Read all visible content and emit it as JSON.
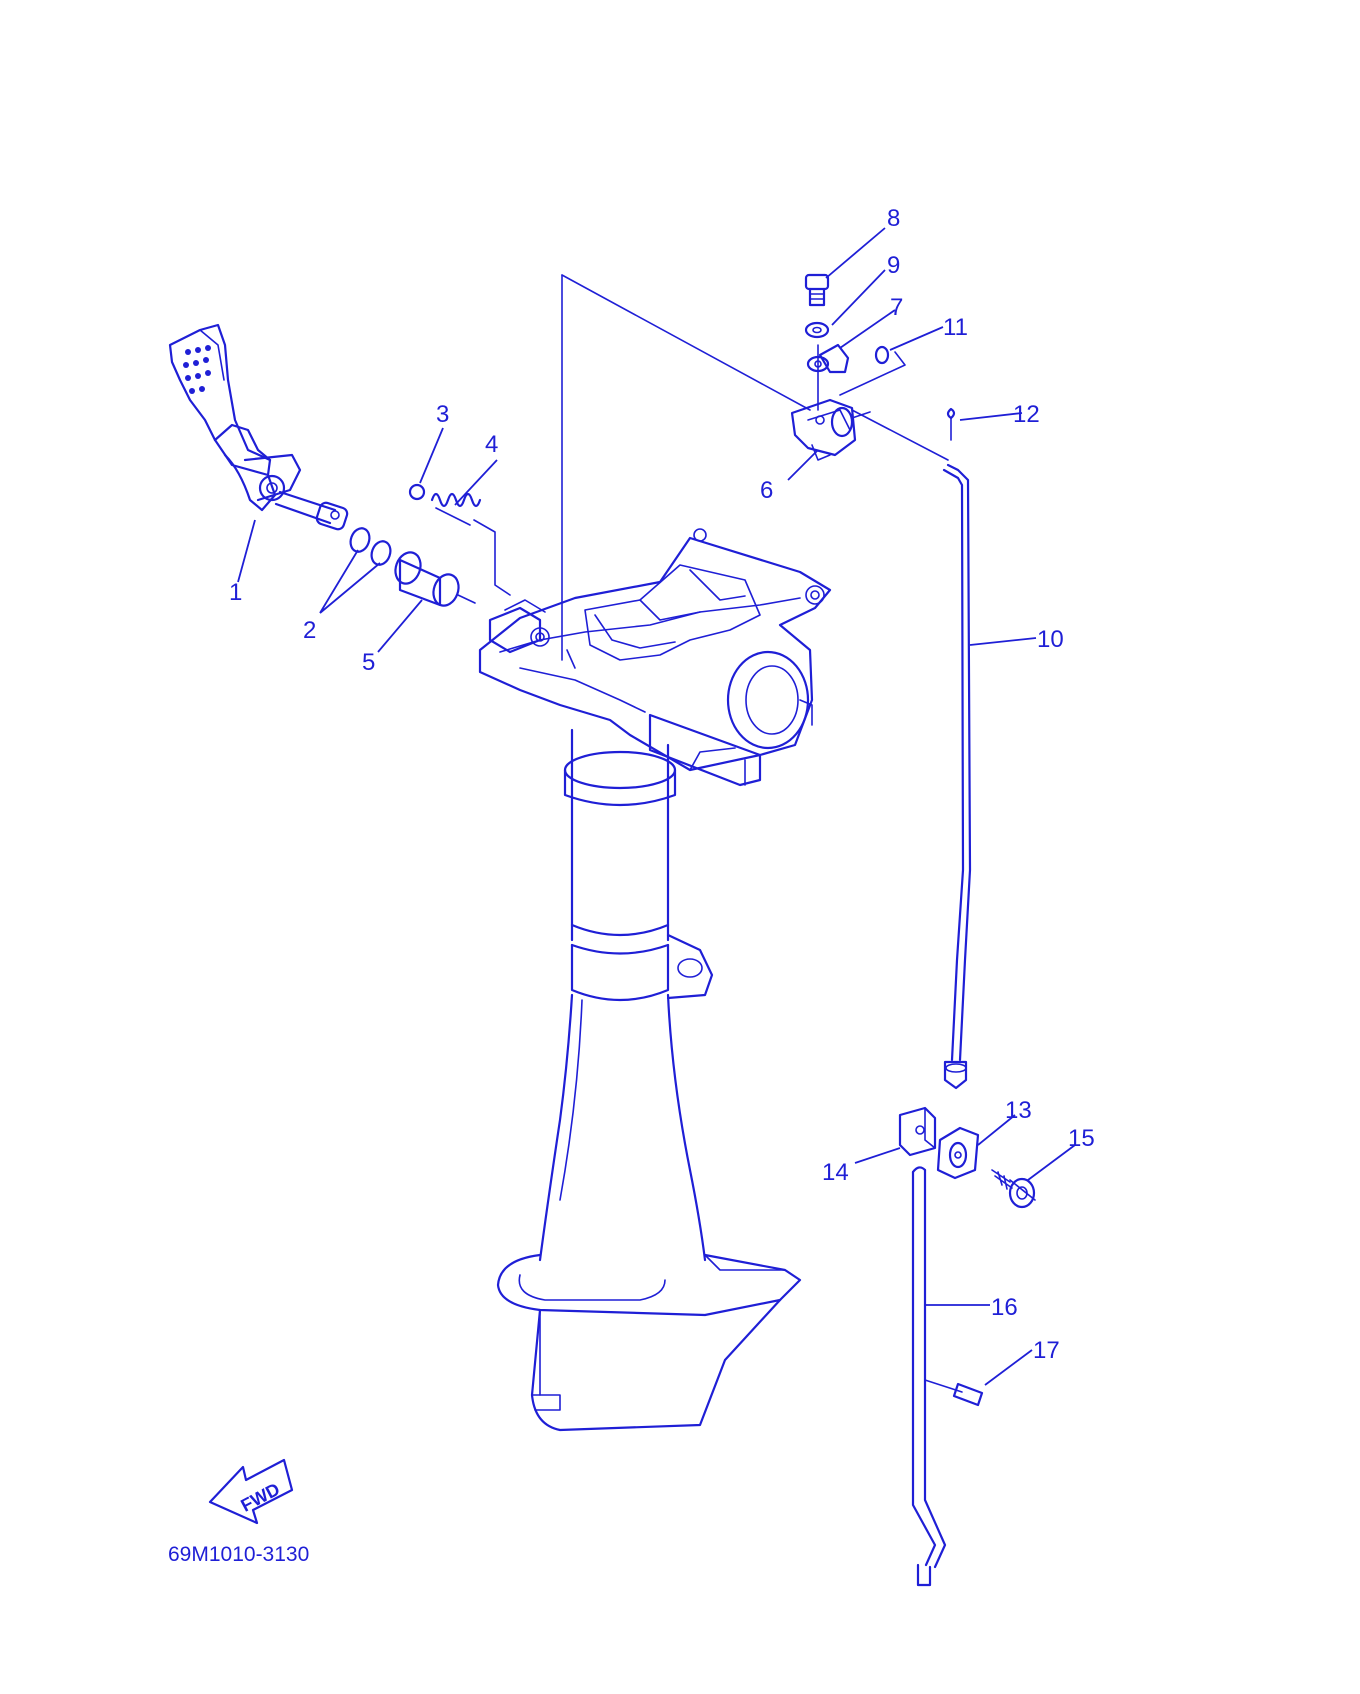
{
  "diagram": {
    "callouts": [
      {
        "id": "1",
        "label": "1"
      },
      {
        "id": "2",
        "label": "2"
      },
      {
        "id": "3",
        "label": "3"
      },
      {
        "id": "4",
        "label": "4"
      },
      {
        "id": "5",
        "label": "5"
      },
      {
        "id": "6",
        "label": "6"
      },
      {
        "id": "7",
        "label": "7"
      },
      {
        "id": "8",
        "label": "8"
      },
      {
        "id": "9",
        "label": "9"
      },
      {
        "id": "10",
        "label": "10"
      },
      {
        "id": "11",
        "label": "11"
      },
      {
        "id": "12",
        "label": "12"
      },
      {
        "id": "13",
        "label": "13"
      },
      {
        "id": "14",
        "label": "14"
      },
      {
        "id": "15",
        "label": "15"
      },
      {
        "id": "16",
        "label": "16"
      },
      {
        "id": "17",
        "label": "17"
      }
    ],
    "fwd_label": "FWD",
    "drawing_code": "69M1010-3130",
    "line_color": "#1f1fd6"
  }
}
